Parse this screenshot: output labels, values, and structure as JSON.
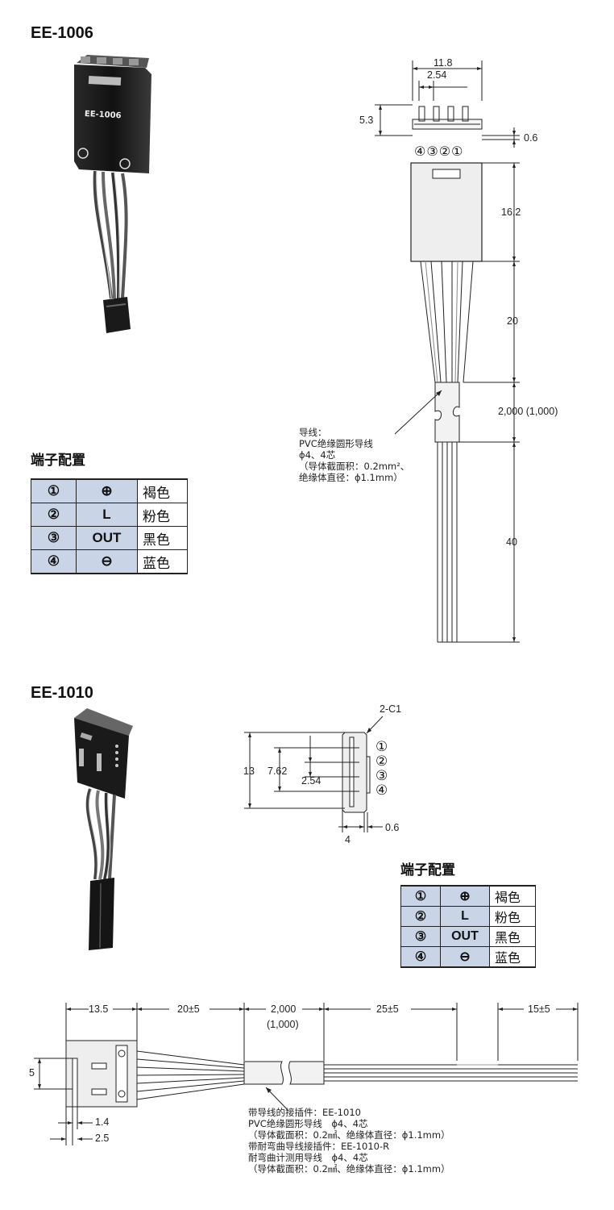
{
  "ee1006": {
    "model": "EE-1006",
    "connector_marking": "EE-1006",
    "dims": {
      "width": "11.8",
      "pitch": "2.54",
      "height": "5.3",
      "thickness": "0.6",
      "body_length": "16.2",
      "wire_section": "20",
      "cable_length": "2,000 (1,000)",
      "lead_length": "40"
    },
    "pin_circles": [
      "④",
      "③",
      "②",
      "①"
    ],
    "wire_note": [
      "导线：",
      "PVC绝缘圆形导线",
      "ϕ4、4芯",
      "（导体截面积：0.2mm²、",
      "绝缘体直径：ϕ1.1mm）"
    ],
    "terminal_title": "端子配置",
    "terminals": [
      {
        "no": "①",
        "signal": "⊕",
        "color": "褐色"
      },
      {
        "no": "②",
        "signal": "L",
        "color": "粉色"
      },
      {
        "no": "③",
        "signal": "OUT",
        "color": "黑色"
      },
      {
        "no": "④",
        "signal": "⊖",
        "color": "蓝色"
      }
    ]
  },
  "ee1010": {
    "model": "EE-1010",
    "dims": {
      "chamfer": "2-C1",
      "height": "13",
      "span": "7.62",
      "pitch": "2.54",
      "thickness": "0.6",
      "depth": "4"
    },
    "pin_labels": [
      "①",
      "②",
      "③",
      "④"
    ],
    "terminal_title": "端子配置",
    "terminals": [
      {
        "no": "①",
        "signal": "⊕",
        "color": "褐色"
      },
      {
        "no": "②",
        "signal": "L",
        "color": "粉色"
      },
      {
        "no": "③",
        "signal": "OUT",
        "color": "黑色"
      },
      {
        "no": "④",
        "signal": "⊖",
        "color": "蓝色"
      }
    ],
    "bottom": {
      "d_connector": "13.5",
      "d_wires": "20±5",
      "d_cable": "2,000",
      "d_cable_alt": "(1,000)",
      "d_strip": "25±5",
      "d_end": "15±5",
      "d_height": "5",
      "d_14": "1.4",
      "d_25": "2.5"
    },
    "wire_note": [
      "带导线的接插件：EE-1010",
      "PVC绝缘圆形导线　ϕ4、4芯",
      "（导体截面积：0.2㎟、绝缘体直径：ϕ1.1mm）",
      "带耐弯曲导线接插件：EE-1010-R",
      "耐弯曲计测用导线　ϕ4、4芯",
      "（导体截面积：0.2㎟、绝缘体直径：ϕ1.1mm）"
    ]
  }
}
